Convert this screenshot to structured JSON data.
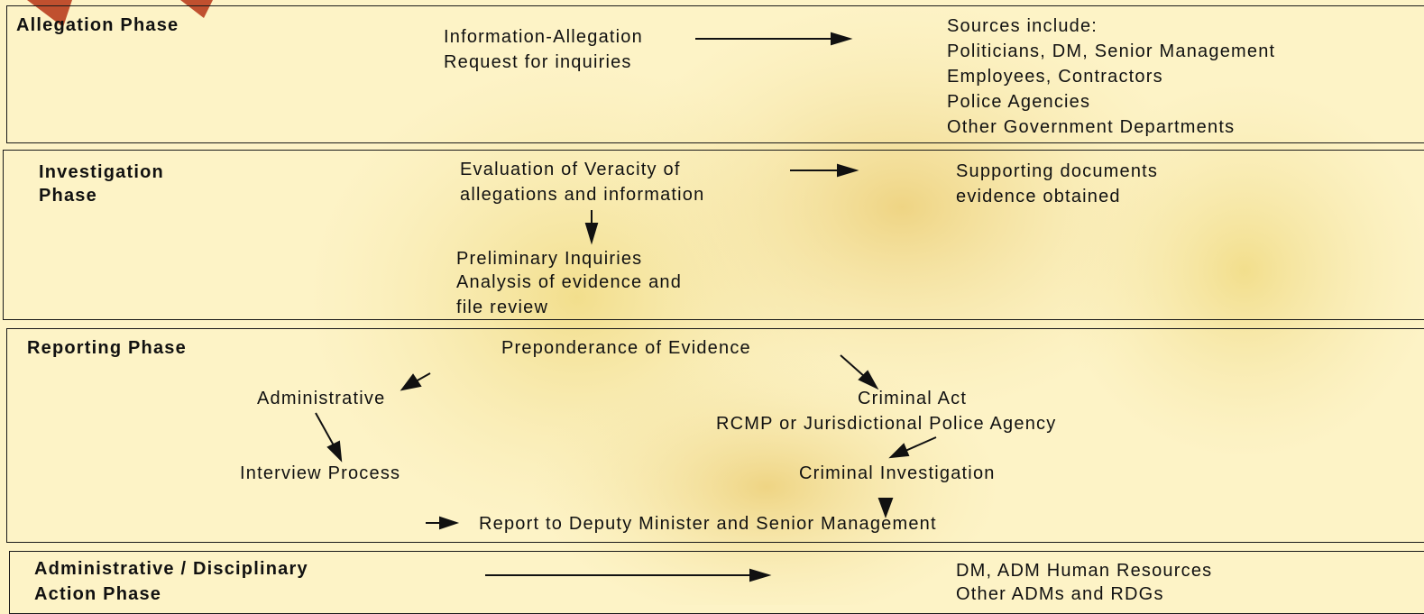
{
  "allegation": {
    "title": "Allegation Phase",
    "info_line1": "Information-Allegation",
    "info_line2": "Request for inquiries",
    "sources_heading": "Sources include:",
    "sources": [
      "Politicians, DM, Senior Management",
      "Employees, Contractors",
      "Police Agencies",
      "Other Government Departments"
    ]
  },
  "investigation": {
    "title_line1": "Investigation",
    "title_line2": "Phase",
    "evaluation_line1": "Evaluation of Veracity of",
    "evaluation_line2": "allegations and information",
    "supporting_line1": "Supporting documents",
    "supporting_line2": "evidence obtained",
    "preliminary_line1": "Preliminary Inquiries",
    "preliminary_line2": "Analysis of evidence and",
    "preliminary_line3": "file review"
  },
  "reporting": {
    "title": "Reporting Phase",
    "preponderance": "Preponderance of Evidence",
    "administrative": "Administrative",
    "interview": "Interview Process",
    "criminal_act": "Criminal Act",
    "police_agency": "RCMP or Jurisdictional Police Agency",
    "criminal_investigation": "Criminal Investigation",
    "report": "Report to Deputy Minister and Senior Management"
  },
  "disciplinary": {
    "title_line1": "Administrative / Disciplinary",
    "title_line2": "Action Phase",
    "recipients_line1": "DM, ADM Human Resources",
    "recipients_line2": "Other ADMs and RDGs"
  }
}
